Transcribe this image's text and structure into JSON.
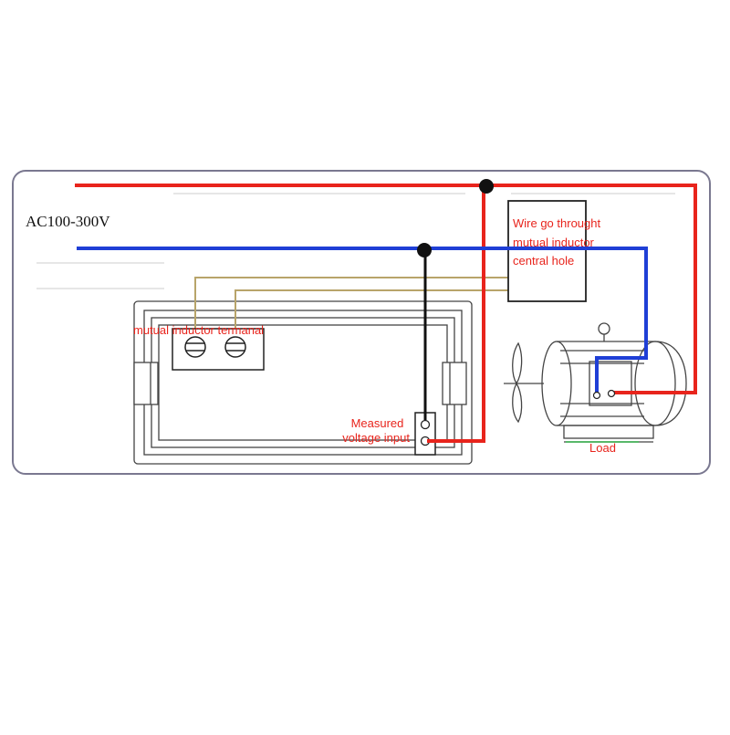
{
  "supply_label": "AC100-300V",
  "ct_label_lines": [
    "Wire go throught",
    "mutual inductor",
    "central hole"
  ],
  "terminal_label": "mutual inductor termanal",
  "measured_label_lines": [
    "Measured",
    "voltage input"
  ],
  "load_label": "Load",
  "colors": {
    "live_wire": "#e8241c",
    "neutral_wire": "#1f3fd6",
    "ct_leads": "#b8a46a",
    "outline": "#333333",
    "frame": "#7a7890",
    "label_red": "#e8241c"
  }
}
